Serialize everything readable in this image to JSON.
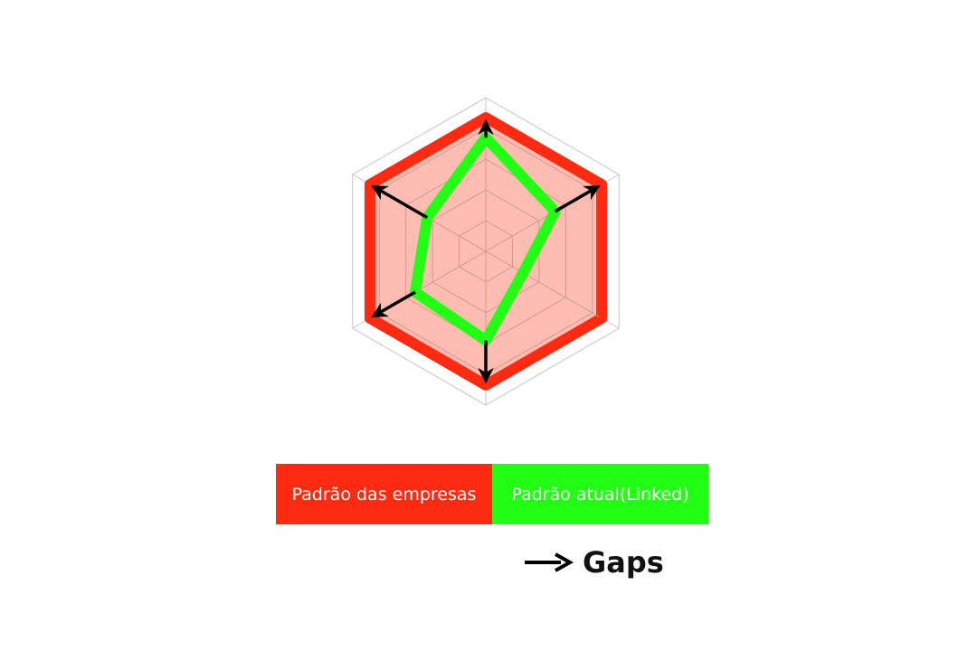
{
  "chart_data": {
    "type": "radar",
    "axes": [
      "",
      "",
      "",
      "",
      "",
      ""
    ],
    "rlim": [
      0,
      5
    ],
    "grid_levels": 5,
    "grid": true,
    "legend_position": "bottom",
    "series": [
      {
        "name": "Padrão das empresas",
        "values": [
          4.35,
          4.35,
          4.35,
          4.35,
          4.35,
          4.35
        ],
        "color": "#ff2a12",
        "fill": "#ffb8ad"
      },
      {
        "name": "Padrão atual(Linked)",
        "values": [
          3.7,
          2.6,
          1.4,
          2.9,
          2.65,
          2.2
        ],
        "color": "#22ff15"
      }
    ],
    "gap_arrows": [
      0,
      1,
      3,
      4,
      5
    ],
    "annotation": {
      "label": "Gaps",
      "color": "#000000"
    }
  }
}
